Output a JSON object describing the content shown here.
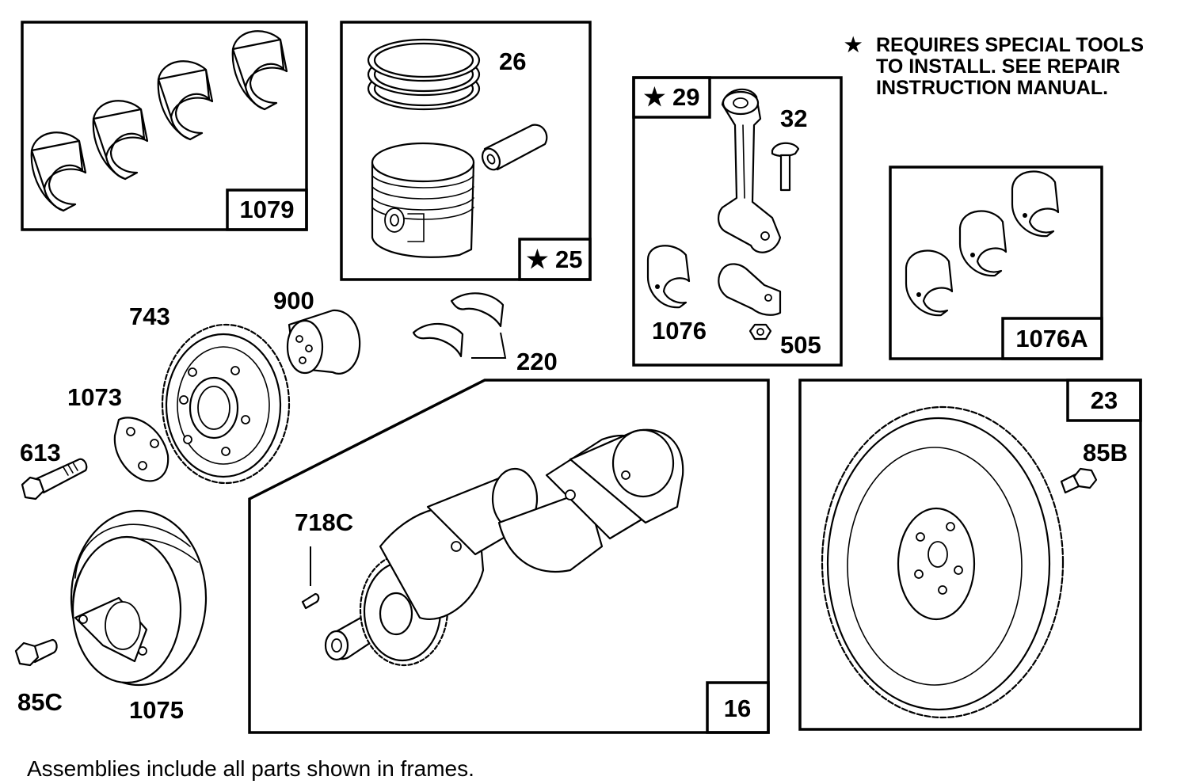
{
  "note": {
    "star": "★",
    "lines": [
      "REQUIRES SPECIAL TOOLS",
      "TO INSTALL.  SEE REPAIR",
      "INSTRUCTION MANUAL."
    ]
  },
  "footer": "Assemblies include all parts shown in frames.",
  "frames": {
    "main_bearing_set": "1079",
    "piston_assembly": "★ 25",
    "connecting_rod_assembly": "★ 29",
    "rod_bearing_set": "1076A",
    "flywheel_assembly": "23",
    "crankshaft_assembly": "16"
  },
  "parts": {
    "rings": "26",
    "rod_bolt": "32",
    "rod_bearing": "1076",
    "rod_nut": "505",
    "thrust_washer": "220",
    "cam_gear": "743",
    "bushing": "900",
    "gear_washer": "1073",
    "gear_screw": "613",
    "pin": "718C",
    "flywheel_screw": "85B",
    "pulley_screw": "85C",
    "pulley": "1075"
  }
}
